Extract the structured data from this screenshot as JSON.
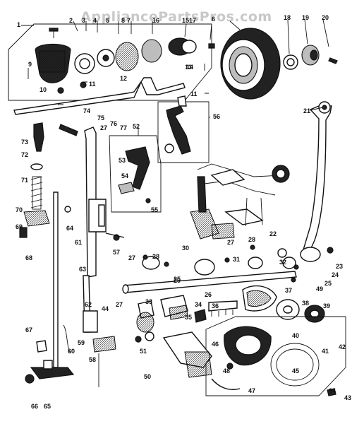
{
  "watermark": "AppliancePartsPros.com",
  "parts": [
    {
      "key": "p1",
      "label": "1"
    },
    {
      "key": "p2",
      "label": "2"
    },
    {
      "key": "p3",
      "label": "3"
    },
    {
      "key": "p4",
      "label": "4"
    },
    {
      "key": "p5",
      "label": "5"
    },
    {
      "key": "p6",
      "label": "6"
    },
    {
      "key": "p7",
      "label": "7"
    },
    {
      "key": "p8",
      "label": "8"
    },
    {
      "key": "p9",
      "label": "9"
    },
    {
      "key": "p10",
      "label": "10"
    },
    {
      "key": "p11a",
      "label": "11"
    },
    {
      "key": "p11b",
      "label": "11"
    },
    {
      "key": "p12",
      "label": "12"
    },
    {
      "key": "p13",
      "label": "13"
    },
    {
      "key": "p14",
      "label": "14"
    },
    {
      "key": "p15",
      "label": "15"
    },
    {
      "key": "p16",
      "label": "16"
    },
    {
      "key": "p17",
      "label": "17"
    },
    {
      "key": "p18",
      "label": "18"
    },
    {
      "key": "p19",
      "label": "19"
    },
    {
      "key": "p20",
      "label": "20"
    },
    {
      "key": "p21",
      "label": "21"
    },
    {
      "key": "p22",
      "label": "22"
    },
    {
      "key": "p23",
      "label": "23"
    },
    {
      "key": "p24",
      "label": "24"
    },
    {
      "key": "p25a",
      "label": "25"
    },
    {
      "key": "p25b",
      "label": "25"
    },
    {
      "key": "p26",
      "label": "26"
    },
    {
      "key": "p27a",
      "label": "27"
    },
    {
      "key": "p27b",
      "label": "27"
    },
    {
      "key": "p27c",
      "label": "27"
    },
    {
      "key": "p27d",
      "label": "27"
    },
    {
      "key": "p28a",
      "label": "28"
    },
    {
      "key": "p28b",
      "label": "28"
    },
    {
      "key": "p29",
      "label": "29"
    },
    {
      "key": "p30",
      "label": "30"
    },
    {
      "key": "p31",
      "label": "31"
    },
    {
      "key": "p32",
      "label": "32"
    },
    {
      "key": "p33",
      "label": "33"
    },
    {
      "key": "p34",
      "label": "34"
    },
    {
      "key": "p35",
      "label": "35"
    },
    {
      "key": "p36",
      "label": "36"
    },
    {
      "key": "p37",
      "label": "37"
    },
    {
      "key": "p38",
      "label": "38"
    },
    {
      "key": "p39",
      "label": "39"
    },
    {
      "key": "p40",
      "label": "40"
    },
    {
      "key": "p41",
      "label": "41"
    },
    {
      "key": "p42",
      "label": "42"
    },
    {
      "key": "p43",
      "label": "43"
    },
    {
      "key": "p44",
      "label": "44"
    },
    {
      "key": "p45",
      "label": "45"
    },
    {
      "key": "p46",
      "label": "46"
    },
    {
      "key": "p47",
      "label": "47"
    },
    {
      "key": "p48",
      "label": "48"
    },
    {
      "key": "p49",
      "label": "49"
    },
    {
      "key": "p50",
      "label": "50"
    },
    {
      "key": "p51",
      "label": "51"
    },
    {
      "key": "p52",
      "label": "52"
    },
    {
      "key": "p53",
      "label": "53"
    },
    {
      "key": "p54",
      "label": "54"
    },
    {
      "key": "p55",
      "label": "55"
    },
    {
      "key": "p56",
      "label": "56"
    },
    {
      "key": "p57",
      "label": "57"
    },
    {
      "key": "p58",
      "label": "58"
    },
    {
      "key": "p59",
      "label": "59"
    },
    {
      "key": "p60",
      "label": "60"
    },
    {
      "key": "p61",
      "label": "61"
    },
    {
      "key": "p62",
      "label": "62"
    },
    {
      "key": "p63",
      "label": "63"
    },
    {
      "key": "p64a",
      "label": "64"
    },
    {
      "key": "p64b",
      "label": "64"
    },
    {
      "key": "p65",
      "label": "65"
    },
    {
      "key": "p66",
      "label": "66"
    },
    {
      "key": "p67",
      "label": "67"
    },
    {
      "key": "p68",
      "label": "68"
    },
    {
      "key": "p69",
      "label": "69"
    },
    {
      "key": "p70",
      "label": "70"
    },
    {
      "key": "p71",
      "label": "71"
    },
    {
      "key": "p72",
      "label": "72"
    },
    {
      "key": "p73",
      "label": "73"
    },
    {
      "key": "p74",
      "label": "74"
    },
    {
      "key": "p75",
      "label": "75"
    },
    {
      "key": "p76",
      "label": "76"
    },
    {
      "key": "p77",
      "label": "77"
    }
  ]
}
